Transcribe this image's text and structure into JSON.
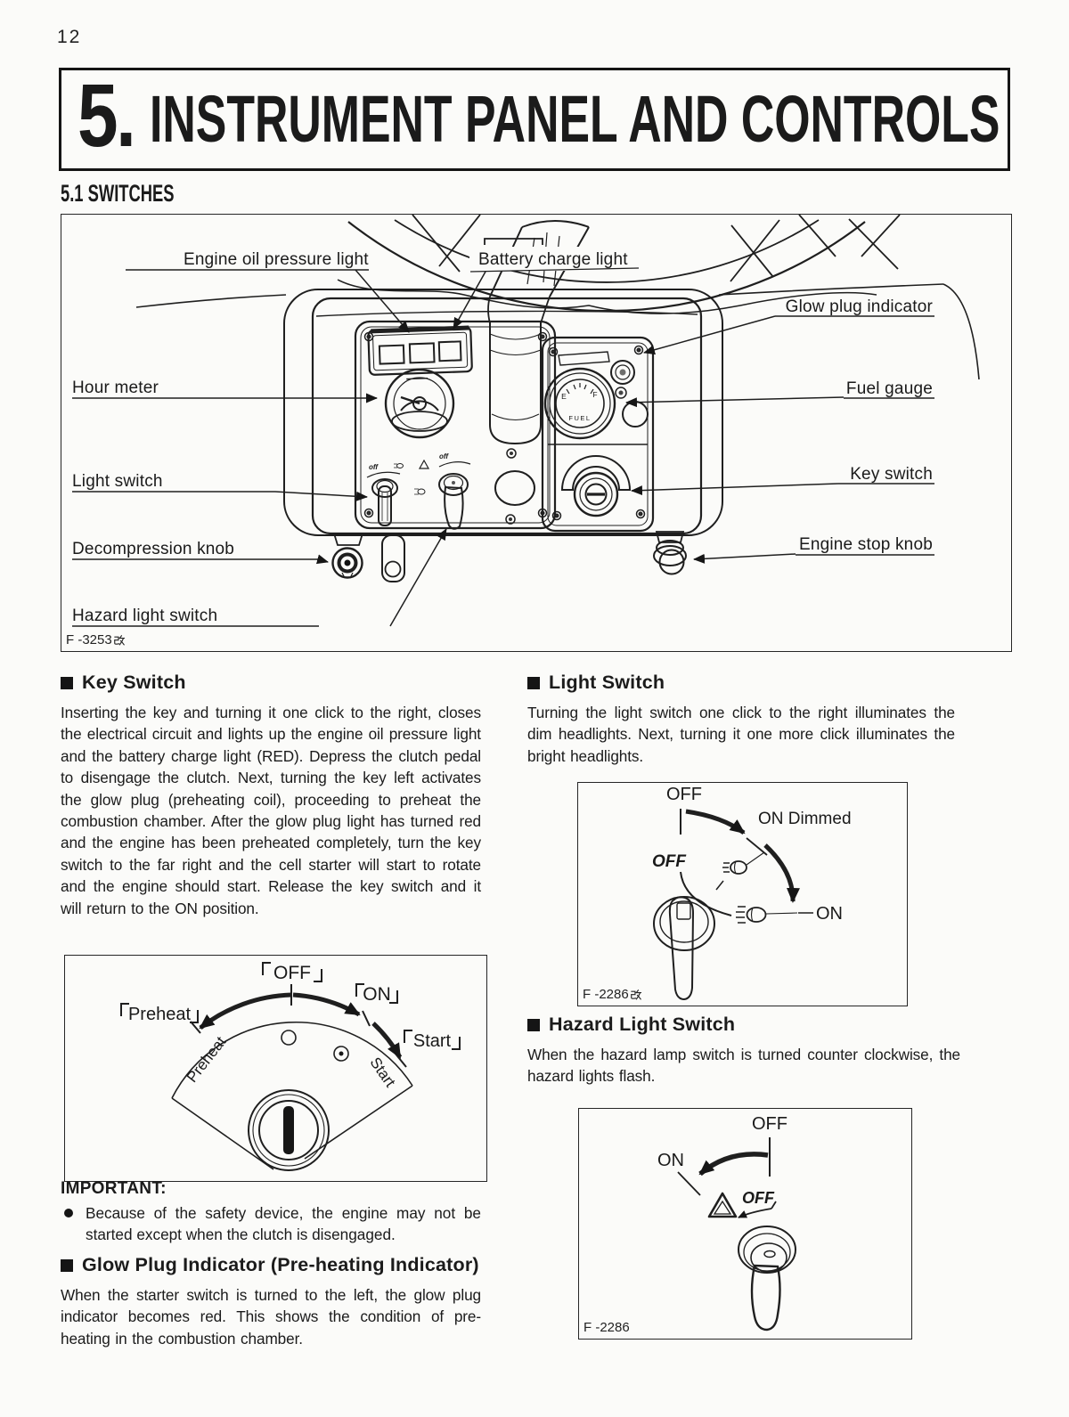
{
  "page": {
    "number": "12"
  },
  "header": {
    "chapter_number": "5.",
    "title": "INSTRUMENT PANEL AND CONTROLS",
    "section_heading": "5.1 SWITCHES"
  },
  "panel_figure": {
    "figure_label": "F -3253",
    "figure_label_suffix_kanji": "改",
    "callouts": {
      "engine_oil": "Engine oil pressure light",
      "battery": "Battery charge light",
      "glow_plug": "Glow plug indicator",
      "hour_meter": "Hour meter",
      "fuel_gauge": "Fuel gauge",
      "light_switch": "Light switch",
      "key_switch": "Key switch",
      "decompression": "Decompression knob",
      "engine_stop": "Engine stop knob",
      "hazard": "Hazard light switch"
    },
    "panel_markings": {
      "light_switch_off": "off",
      "hazard_switch_off": "off"
    },
    "fuel_gauge_face": {
      "left_tick": "E",
      "right_tick": "F",
      "label": "FUEL"
    }
  },
  "key_switch_section": {
    "heading": "Key Switch",
    "body": "Inserting the key and turning it one click to the right, closes the electrical circuit and lights up the engine oil pressure light and the battery charge light (RED). Depress the clutch pedal to disengage the clutch. Next, turning the key left activates the glow plug (preheating coil), proceeding to preheat the combustion chamber. After the glow plug light has turned red and the engine has been preheated completely, turn the key switch to the far right and the cell starter will start to rotate and the engine should start. Release the key switch and it will return to the ON position.",
    "figure": {
      "positions": {
        "off": "OFF",
        "on": "ON",
        "preheat": "Preheat",
        "start": "Start"
      },
      "dial_labels": {
        "preheat": "Preheat",
        "start": "Start"
      }
    }
  },
  "important_note": {
    "heading": "IMPORTANT:",
    "items": [
      "Because of the safety device, the engine may not be started except when the clutch is disengaged."
    ]
  },
  "glow_plug_section": {
    "heading": "Glow Plug Indicator (Pre-heating Indicator)",
    "body": "When the starter switch is turned to the left, the glow plug indicator becomes red. This shows the condition of pre-heating in the combustion chamber."
  },
  "light_switch_section": {
    "heading": "Light Switch",
    "body": "Turning the light switch one click to the right illuminates the dim headlights. Next, turning it one more click illuminates the bright headlights.",
    "figure": {
      "off_top": "OFF",
      "on_dimmed": "ON Dimmed",
      "on": "ON",
      "off_switch": "OFF",
      "figure_label": "F -2286",
      "figure_label_suffix_kanji": "改"
    }
  },
  "hazard_light_section": {
    "heading": "Hazard Light Switch",
    "body": "When the hazard lamp switch is turned counter clockwise, the hazard lights flash.",
    "figure": {
      "off_top": "OFF",
      "on": "ON",
      "off_switch": "OFF",
      "figure_label": "F -2286"
    }
  }
}
